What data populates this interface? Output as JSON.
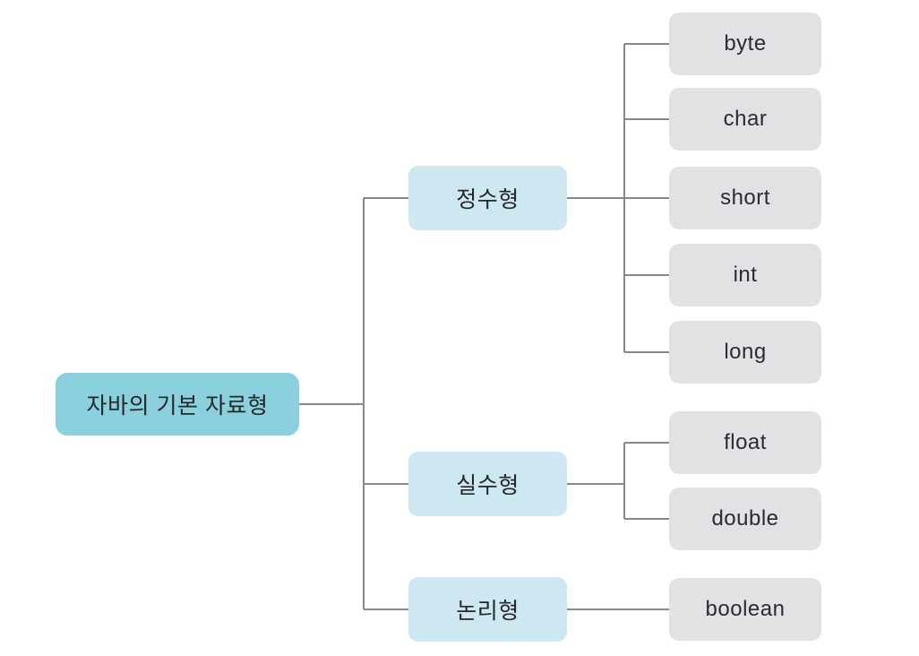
{
  "diagram": {
    "type": "tree",
    "direction": "left-to-right",
    "root": {
      "label": "자바의 기본 자료형"
    },
    "branches": [
      {
        "label": "정수형",
        "children": [
          {
            "label": "byte"
          },
          {
            "label": "char"
          },
          {
            "label": "short"
          },
          {
            "label": "int"
          },
          {
            "label": "long"
          }
        ]
      },
      {
        "label": "실수형",
        "children": [
          {
            "label": "float"
          },
          {
            "label": "double"
          }
        ]
      },
      {
        "label": "논리형",
        "children": [
          {
            "label": "boolean"
          }
        ]
      }
    ],
    "colors": {
      "root_fill": "#8ad1dd",
      "branch_fill": "#cde8f0",
      "leaf_fill": "#e0e2e4",
      "connector": "#888888",
      "text": "#26262e",
      "background": "#ffffff"
    }
  }
}
